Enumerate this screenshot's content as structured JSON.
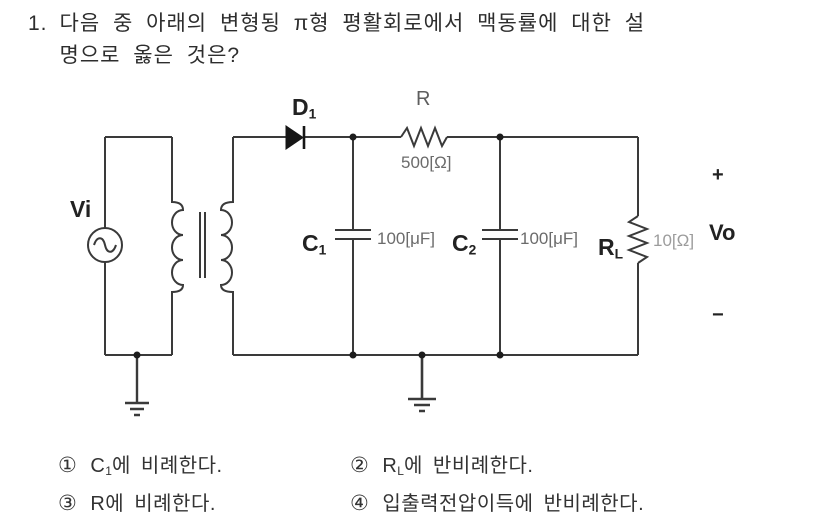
{
  "question": {
    "number": "1.",
    "line1": "다음 중 아래의 변형됭 π형 평활회로에서 맥동률에 대한 설",
    "line2": "명으로 옳은 것은?"
  },
  "circuit": {
    "source_label": "Vi",
    "diode": {
      "main": "D",
      "sub": "1"
    },
    "resistor_r": {
      "label": "R",
      "value": "500[Ω]"
    },
    "cap_c1": {
      "main": "C",
      "sub": "1",
      "value": "100[μF]"
    },
    "cap_c2": {
      "main": "C",
      "sub": "2",
      "value": "100[μF]"
    },
    "resistor_rl": {
      "main": "R",
      "sub": "L",
      "value": "10[Ω]"
    },
    "output_label": "Vo",
    "polarity_plus": "+",
    "polarity_minus": "−"
  },
  "options": [
    {
      "num": "①",
      "pre": "C",
      "sub": "1",
      "post": "에 비례한다."
    },
    {
      "num": "②",
      "pre": "R",
      "sub": "L",
      "post": "에 반비례한다."
    },
    {
      "num": "③",
      "pre": "R",
      "sub": "",
      "post": "에 비례한다."
    },
    {
      "num": "④",
      "pre": "",
      "sub": "",
      "post": "입출력전압이득에 반비례한다."
    }
  ]
}
